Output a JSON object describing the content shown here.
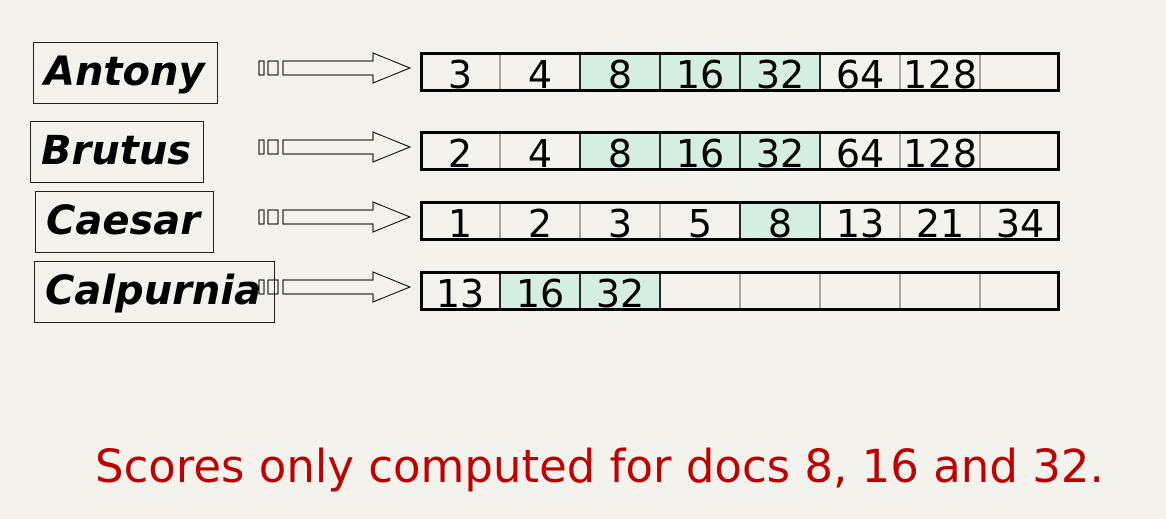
{
  "colors": {
    "background": "#f3f2ec",
    "highlight": "#d4efe1",
    "caption": "#c00000"
  },
  "postings": [
    {
      "term": "Antony",
      "docs": [
        "3",
        "4",
        "8",
        "16",
        "32",
        "64",
        "128",
        ""
      ],
      "highlight": [
        2,
        3,
        4
      ]
    },
    {
      "term": "Brutus",
      "docs": [
        "2",
        "4",
        "8",
        "16",
        "32",
        "64",
        "128",
        ""
      ],
      "highlight": [
        2,
        3,
        4
      ]
    },
    {
      "term": "Caesar",
      "docs": [
        "1",
        "2",
        "3",
        "5",
        "8",
        "13",
        "21",
        "34"
      ],
      "highlight": [
        4
      ]
    },
    {
      "term": "Calpurnia",
      "docs": [
        "13",
        "16",
        "32",
        "",
        "",
        "",
        "",
        ""
      ],
      "highlight": [
        1,
        2
      ]
    }
  ],
  "caption": "Scores only computed for docs 8, 16 and 32."
}
